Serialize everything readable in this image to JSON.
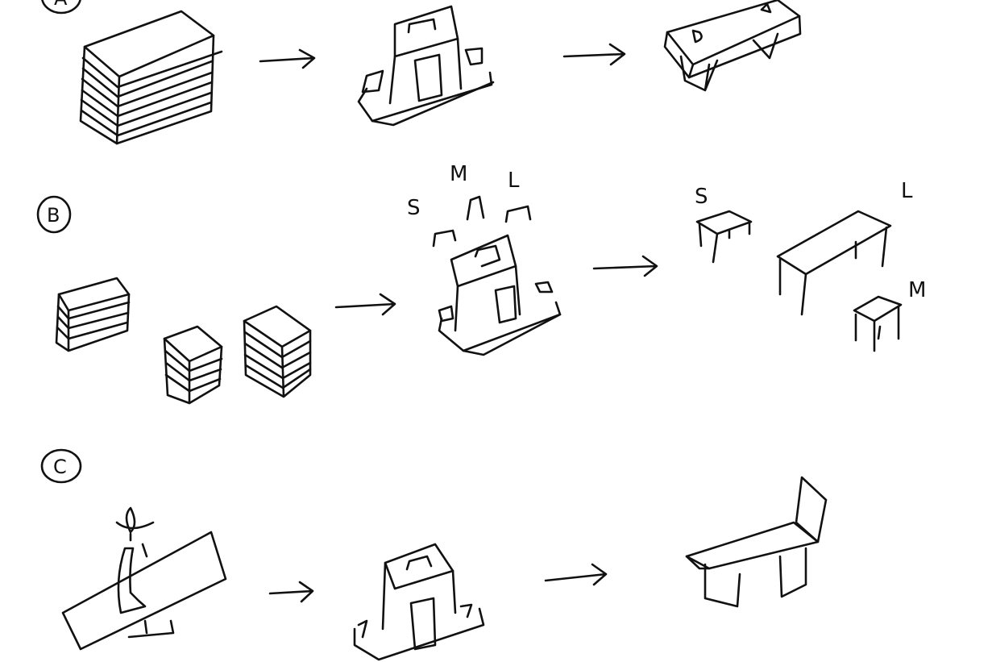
{
  "rows": [
    {
      "label": "A"
    },
    {
      "label": "B",
      "mold_sizes": [
        "S",
        "M",
        "L"
      ],
      "table_sizes": [
        "S",
        "L",
        "M"
      ]
    },
    {
      "label": "C"
    }
  ],
  "ink_color": "#111111"
}
